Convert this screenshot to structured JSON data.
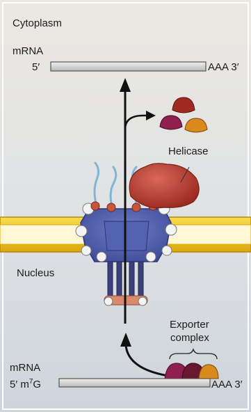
{
  "labels": {
    "cytoplasm": "Cytoplasm",
    "mrna_top": "mRNA",
    "five_prime_top": "5′",
    "three_prime_top": "AAA 3′",
    "helicase": "Helicase",
    "nucleus": "Nucleus",
    "exporter_line1": "Exporter",
    "exporter_line2": "complex",
    "mrna_bottom": "mRNA",
    "five_prime_cap": "5′ m",
    "cap_superscript": "7",
    "cap_g": "G",
    "three_prime_bottom": "AAA 3′"
  },
  "colors": {
    "cytoplasm_bg": "#e9e6e0",
    "nucleus_bg": "#cfd6dd",
    "membrane_yellow": "#f0c419",
    "membrane_outline": "#b8860b",
    "pore_blue": "#4a5aa8",
    "pore_dark": "#2c3574",
    "helicase_red": "#b53a2e",
    "arrow": "#111111",
    "mrna_bar": "#d2d2d2",
    "protein_magenta": "#8e1f4f",
    "protein_maroon": "#6a1830",
    "protein_orange": "#d98a1c",
    "protein_red": "#9e2a22"
  }
}
